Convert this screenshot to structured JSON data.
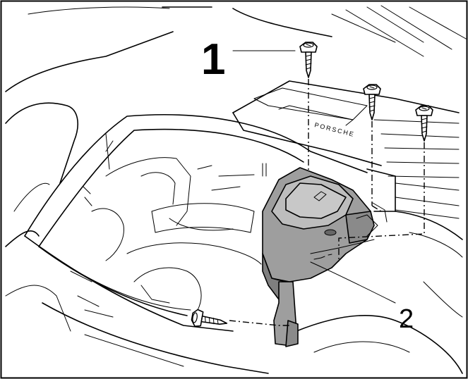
{
  "callouts": {
    "one": "1",
    "two": "2"
  },
  "logo_text": "PORSCHE",
  "colors": {
    "line": "#000000",
    "background": "#ffffff",
    "part_light": "#bdbdbd",
    "part_mid": "#9e9e9e",
    "part_dark": "#7f7f7f"
  },
  "icons": [
    "screw-icon",
    "screw-icon",
    "screw-icon",
    "screw-icon"
  ]
}
